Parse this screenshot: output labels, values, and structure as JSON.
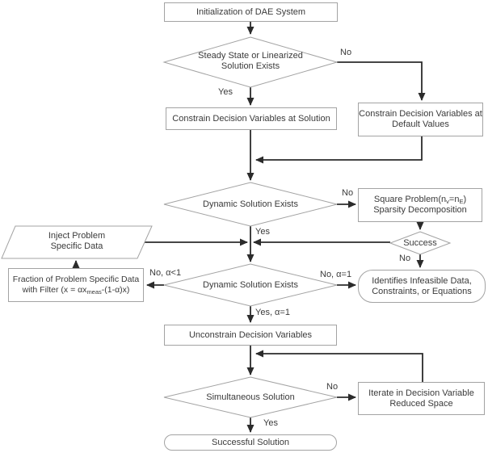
{
  "title": "DAE system initialization flowchart",
  "colors": {
    "background": "#ffffff",
    "connector": "#2b2b2b",
    "shape_border": "#a3a3a3",
    "shape_fill": "#ffffff",
    "text": "#3a3a3a"
  },
  "nodes": {
    "init": {
      "label": "Initialization of DAE System"
    },
    "steady": {
      "line1": "Steady State or Linearized",
      "line2": "Solution Exists"
    },
    "constrain_solution": {
      "label": "Constrain Decision Variables at Solution"
    },
    "constrain_default": {
      "line1": "Constrain Decision Variables at",
      "line2": "Default Values"
    },
    "dynamic1": {
      "label": "Dynamic Solution Exists"
    },
    "square_problem": {
      "pre": "Square Problem(n",
      "sub1": "v",
      "mid": "=n",
      "sub2": "E",
      "post": ")",
      "line2": "Sparsity Decomposition"
    },
    "success_check": {
      "label": "Success"
    },
    "inject": {
      "line1": "Inject Problem",
      "line2": "Specific Data"
    },
    "fraction": {
      "line1": "Fraction of Problem Specific Data",
      "pre": "with Filter (x = αx",
      "sub": "meas",
      "post": "-(1-α)x)"
    },
    "dynamic2": {
      "label": "Dynamic Solution Exists"
    },
    "infeasible": {
      "line1": "Identifies Infeasible Data,",
      "line2": "Constraints, or Equations"
    },
    "unconstrain": {
      "label": "Unconstrain Decision Variables"
    },
    "simultaneous": {
      "label": "Simultaneous Solution"
    },
    "iterate": {
      "line1": "Iterate in Decision Variable",
      "line2": "Reduced Space"
    },
    "successful_end": {
      "label": "Successful Solution"
    }
  },
  "edge_labels": {
    "steady_no": "No",
    "steady_yes": "Yes",
    "dynamic1_no": "No",
    "dynamic1_yes": "Yes",
    "success_no": "No",
    "dynamic2_no_lt1": "No, α<1",
    "dynamic2_no_eq1": "No, α=1",
    "dynamic2_yes": "Yes, α=1",
    "simultaneous_no": "No",
    "simultaneous_yes": "Yes"
  }
}
